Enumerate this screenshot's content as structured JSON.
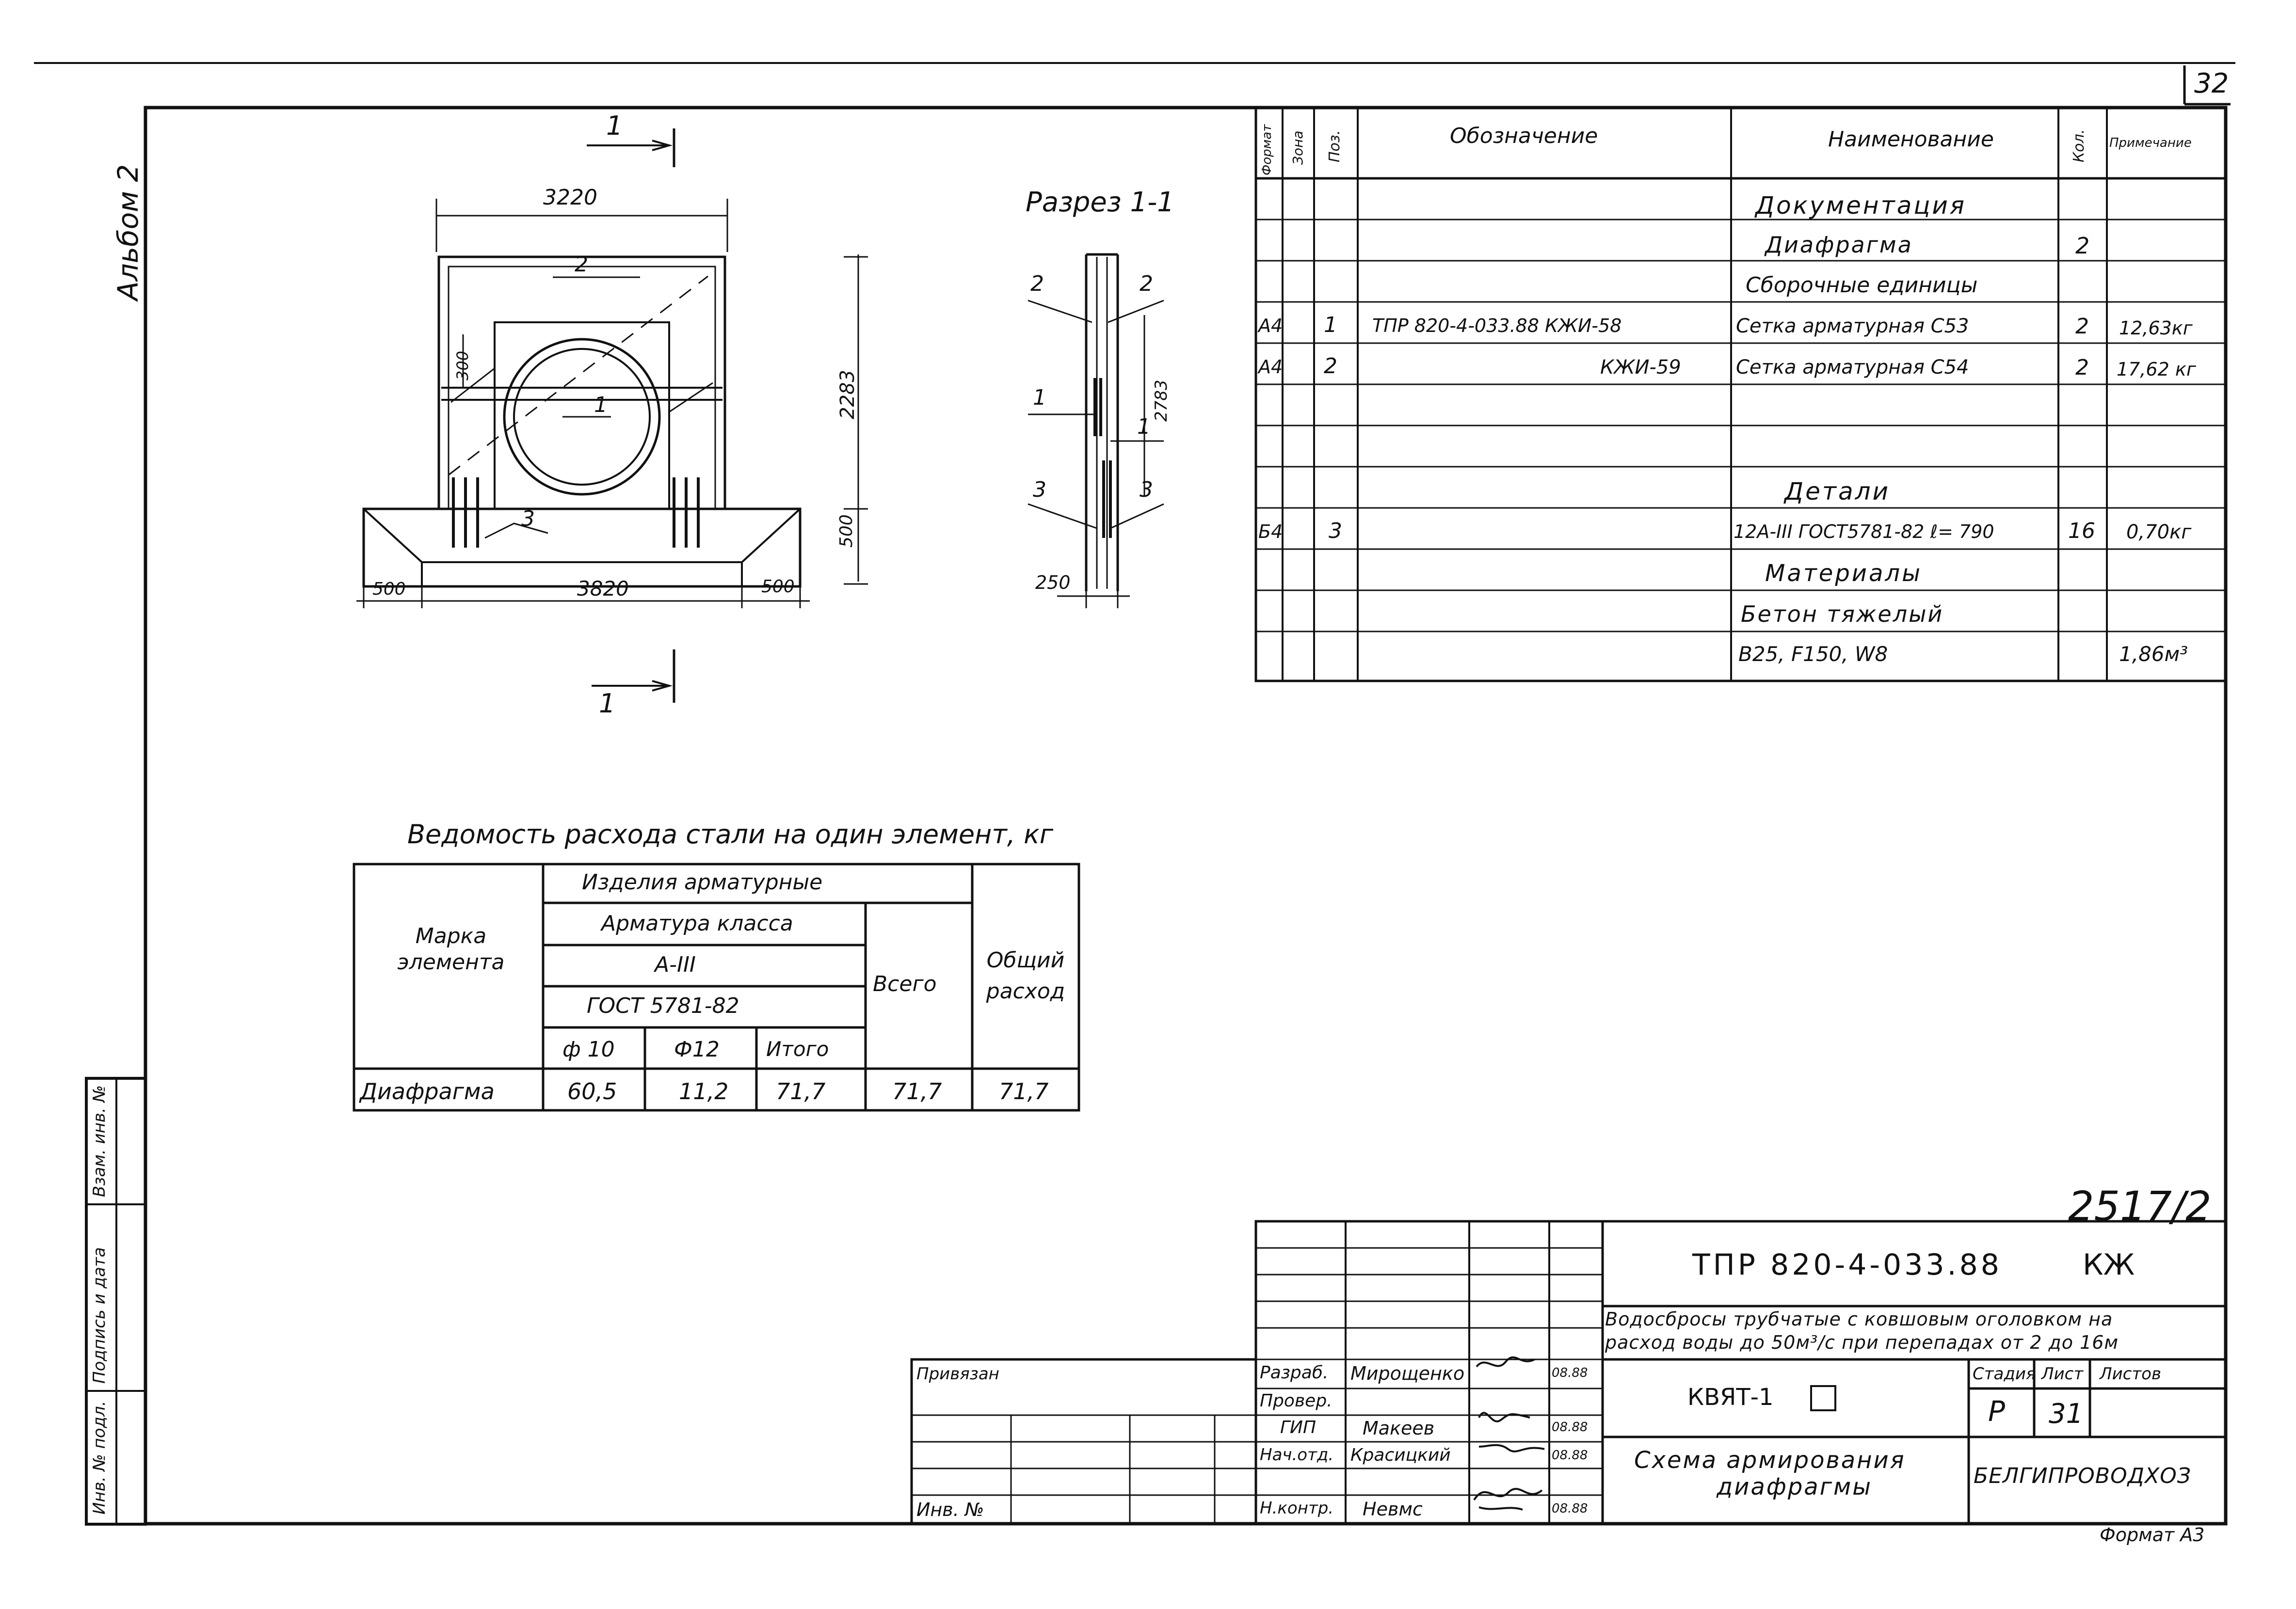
{
  "sheet_number": "32",
  "album": "Альбом 2",
  "drawing": {
    "cut_mark": "1",
    "section_title": "Разрез 1-1",
    "dims": {
      "top_width": "3220",
      "base_width": "3820",
      "left_ext": "500",
      "right_ext": "500",
      "total_height": "2283",
      "base_height": "500",
      "inner_300": "300",
      "section_height": "2783",
      "section_width": "250"
    },
    "pos_labels": {
      "p1": "1",
      "p2": "2",
      "p3": "3"
    }
  },
  "spec_table": {
    "headers": {
      "format": "Формат",
      "zone": "Зона",
      "pos": "Поз.",
      "designation": "Обозначение",
      "name": "Наименование",
      "qty": "Кол.",
      "note": "Примечание"
    },
    "rows": [
      {
        "format": "",
        "pos": "",
        "designation": "",
        "name": "Документация",
        "qty": "",
        "note": ""
      },
      {
        "format": "",
        "pos": "",
        "designation": "",
        "name": "Диафрагма",
        "qty": "2",
        "note": ""
      },
      {
        "format": "",
        "pos": "",
        "designation": "",
        "name": "Сборочные единицы",
        "qty": "",
        "note": ""
      },
      {
        "format": "А4",
        "pos": "1",
        "designation": "ТПР 820-4-033.88 КЖИ-58",
        "name": "Сетка арматурная С53",
        "qty": "2",
        "note": "12,63кг"
      },
      {
        "format": "А4",
        "pos": "2",
        "designation": "КЖИ-59",
        "name": "Сетка арматурная С54",
        "qty": "2",
        "note": "17,62 кг"
      },
      {
        "format": "",
        "pos": "",
        "designation": "",
        "name": "",
        "qty": "",
        "note": ""
      },
      {
        "format": "",
        "pos": "",
        "designation": "",
        "name": "",
        "qty": "",
        "note": ""
      },
      {
        "format": "",
        "pos": "",
        "designation": "",
        "name": "Детали",
        "qty": "",
        "note": ""
      },
      {
        "format": "Б4",
        "pos": "3",
        "designation": "",
        "name": "12А-III ГОСТ5781-82 ℓ= 790",
        "qty": "16",
        "note": "0,70кг"
      },
      {
        "format": "",
        "pos": "",
        "designation": "",
        "name": "Материалы",
        "qty": "",
        "note": ""
      },
      {
        "format": "",
        "pos": "",
        "designation": "",
        "name": "Бетон тяжелый",
        "qty": "",
        "note": ""
      },
      {
        "format": "",
        "pos": "",
        "designation": "",
        "name": "В25, F150, W8",
        "qty": "",
        "note": "1,86м³"
      }
    ]
  },
  "steel_table": {
    "title": "Ведомость расхода стали на один элемент, кг",
    "col_mark": "Марка элемента",
    "group": "Изделия арматурные",
    "subgroup": "Арматура класса",
    "class": "А-III",
    "gost": "ГОСТ 5781-82",
    "d10": "ф 10",
    "d12": "Ф12",
    "itogo": "Итого",
    "vsego": "Всего",
    "total": "Общий расход",
    "row": {
      "mark": "Диафрагма",
      "d10": "60,5",
      "d12": "11,2",
      "itogo": "71,7",
      "vsego": "71,7",
      "total": "71,7"
    }
  },
  "title_block": {
    "project_number": "2517/2",
    "code": "ТПР 820-4-033.88",
    "mark": "КЖ",
    "description_l1": "Водосбросы трубчатые с ковшовым оголовком на",
    "description_l2": "расход воды до 50м³/с при перепадах от 2 до 16м",
    "sheet_code": "КВЯТ-1",
    "stage_label": "Стадия",
    "sheet_label": "Лист",
    "sheets_label": "Листов",
    "stage": "Р",
    "sheet": "31",
    "drawing_name_l1": "Схема армирования",
    "drawing_name_l2": "диафрагмы",
    "organization": "БЕЛГИПРОВОДХОЗ",
    "format": "Формат А3",
    "priv": "Привязан",
    "inv": "Инв. №",
    "people": [
      {
        "role": "Разраб.",
        "name": "Мирощенко",
        "date": "08.88"
      },
      {
        "role": "Провер.",
        "name": "",
        "date": ""
      },
      {
        "role": "ГИП",
        "name": "Макеев",
        "date": "08.88"
      },
      {
        "role": "Нач.отд.",
        "name": "Красицкий",
        "date": "08.88"
      },
      {
        "role": "Н.контр.",
        "name": "Невмс",
        "date": "08.88"
      }
    ]
  },
  "side_labels": {
    "inv_orig": "Инв. № подл.",
    "sign_date": "Подпись и дата",
    "inv_replace": "Взам. инв. №"
  }
}
